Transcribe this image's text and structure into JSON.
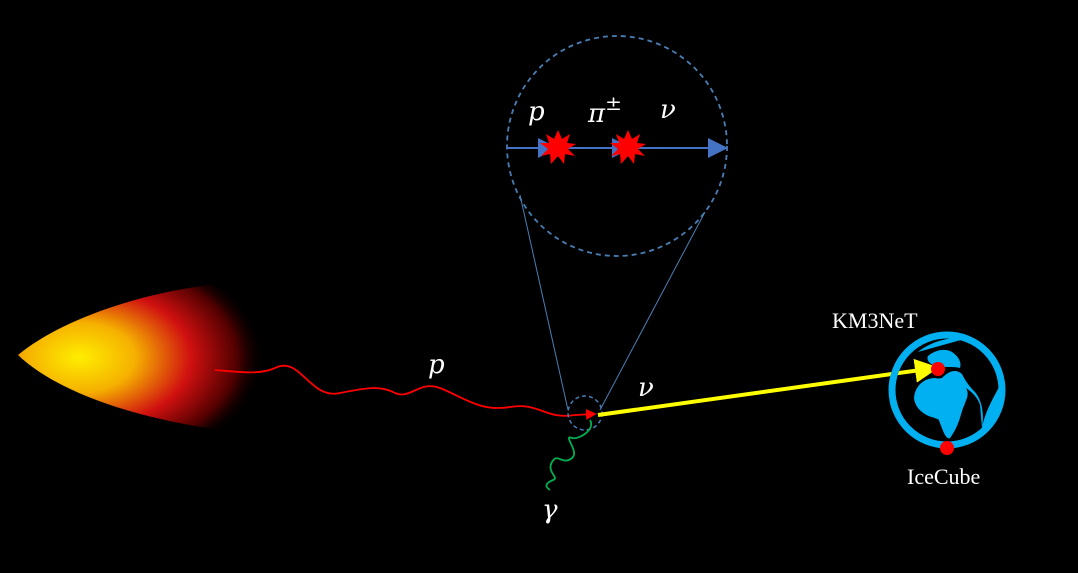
{
  "labels": {
    "proton": "p",
    "neutrino": "ν",
    "gamma": "γ",
    "inset_proton": "p",
    "inset_pion": "π",
    "inset_pion_charge": "±",
    "inset_neutrino": "ν"
  },
  "detectors": {
    "km3net": "KM3NeT",
    "icecube": "IceCube"
  },
  "colors": {
    "background": "#000000",
    "proton_track": "#ff0000",
    "gamma_track": "#00b050",
    "neutrino_track": "#ffff00",
    "earth": "#00b0f0",
    "inset_arrow": "#4472c4",
    "zoom_circle": "#4a7fb5",
    "detector_dot": "#ff0000"
  },
  "icons": [
    "fireball-source-icon",
    "earth-globe-icon",
    "interaction-star-icon"
  ]
}
